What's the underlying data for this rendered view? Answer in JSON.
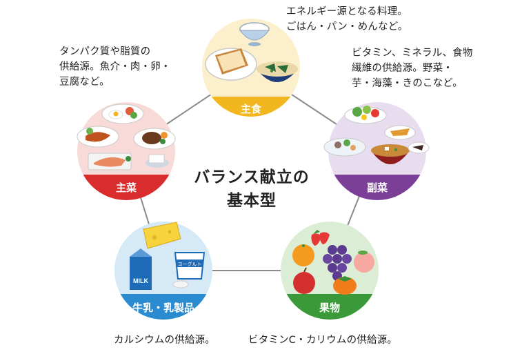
{
  "title": "バランス献立の\n基本型",
  "colors": {
    "staple": "#f2b61f",
    "staple_bg": "#fcefcc",
    "main": "#d92d2d",
    "main_bg": "#f8dad8",
    "side": "#7b3f98",
    "side_bg": "#e7ddee",
    "fruit": "#3a9a3a",
    "fruit_bg": "#dcedd6",
    "dairy": "#2b8bd0",
    "dairy_bg": "#d6e9f6",
    "connector": "#8a8a8a"
  },
  "groups": {
    "staple": {
      "label": "主食",
      "caption": "エネルギー源となる料理。\nごはん・パン・めんなど。",
      "icons": [
        "rice-bowl-icon",
        "bread-toast-icon",
        "noodle-bowl-icon"
      ]
    },
    "main": {
      "label": "主菜",
      "caption": "タンパク質や脂質の\n供給源。魚介・肉・卵・\n豆腐など。",
      "icons": [
        "fried-egg-plate-icon",
        "grilled-meat-icon",
        "hamburg-steak-icon",
        "grilled-fish-icon",
        "tofu-icon"
      ]
    },
    "side": {
      "label": "副菜",
      "caption": "ビタミン、ミネラル、食物\n繊維の供給源。野菜・\n芋・海藻・きのこなど。",
      "icons": [
        "salad-bowl-icon",
        "vegetable-dish-icon",
        "miso-soup-icon"
      ]
    },
    "fruit": {
      "label": "果物",
      "caption": "ビタミンC・カリウムの供給源。",
      "icons": [
        "strawberry-icon",
        "orange-icon",
        "grapes-icon",
        "peach-icon",
        "apple-icon",
        "persimmon-icon"
      ]
    },
    "dairy": {
      "label": "牛乳・乳製品",
      "caption": "カルシウムの供給源。",
      "icons": [
        "cheese-icon",
        "milk-carton-icon",
        "yogurt-cup-icon"
      ],
      "milk_text": "MILK",
      "yogurt_text": "ヨーグルト"
    }
  }
}
